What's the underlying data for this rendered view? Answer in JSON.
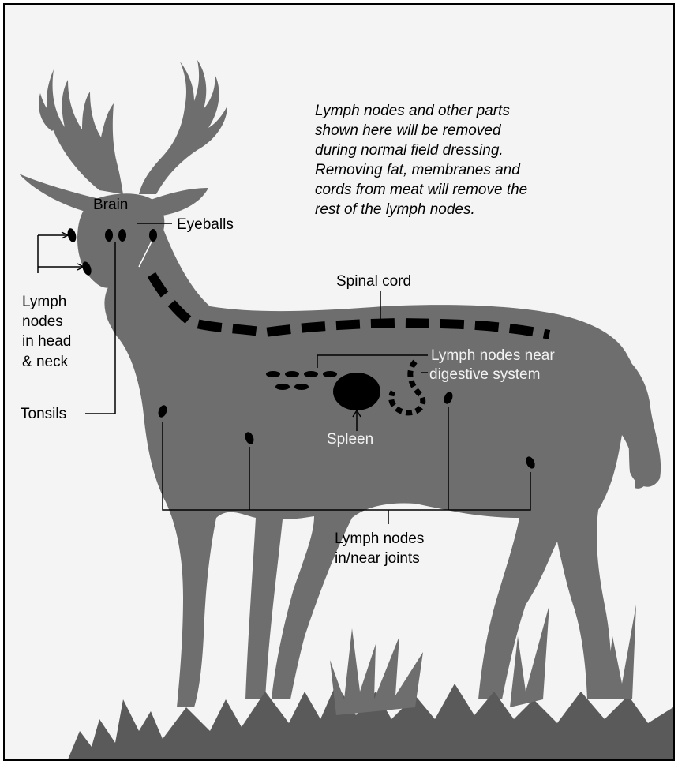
{
  "note_lines": [
    "Lymph nodes and other parts",
    "shown here will be removed",
    "during normal field dressing.",
    "Removing fat, membranes and",
    "cords from meat will remove the",
    "rest of the lymph nodes."
  ],
  "labels": {
    "brain": "Brain",
    "eyeballs": "Eyeballs",
    "spinal_cord": "Spinal cord",
    "head_neck_nodes": [
      "Lymph",
      "nodes",
      "in head",
      "& neck"
    ],
    "tonsils": "Tonsils",
    "digestive_nodes": [
      "Lymph nodes near",
      "digestive system"
    ],
    "spleen": "Spleen",
    "joint_nodes": [
      "Lymph nodes",
      "in/near joints"
    ]
  },
  "colors": {
    "silhouette": "#6e6e6e",
    "markers": "#000000",
    "background": "#f4f4f4"
  }
}
